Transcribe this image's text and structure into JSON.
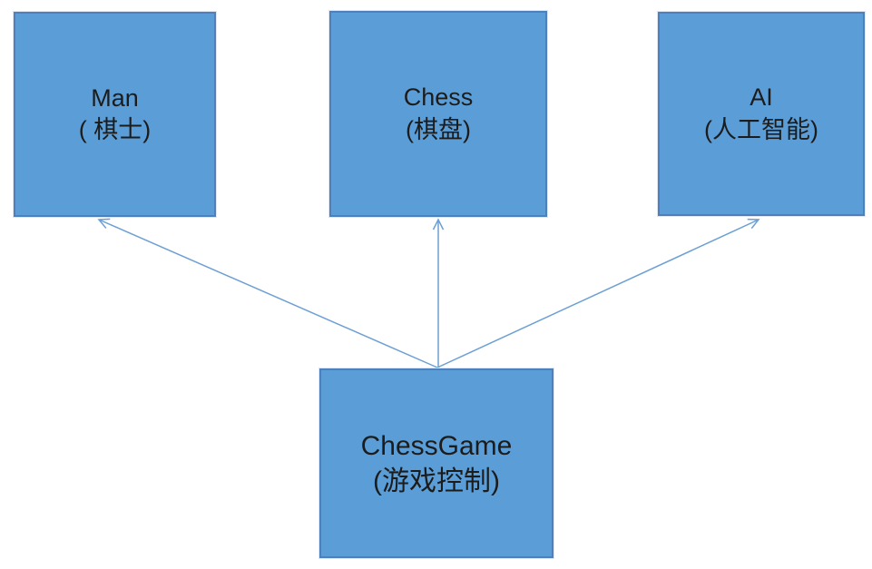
{
  "diagram": {
    "nodes": [
      {
        "id": "man",
        "title": "Man",
        "subtitle": "( 棋士)"
      },
      {
        "id": "chess",
        "title": "Chess",
        "subtitle": "(棋盘)"
      },
      {
        "id": "ai",
        "title": "AI",
        "subtitle": "(人工智能)"
      },
      {
        "id": "chessgame",
        "title": "ChessGame",
        "subtitle": "(游戏控制)"
      }
    ],
    "edges": [
      {
        "from": "chessgame",
        "to": "man"
      },
      {
        "from": "chessgame",
        "to": "chess"
      },
      {
        "from": "chessgame",
        "to": "ai"
      }
    ],
    "colors": {
      "node_fill": "#5b9ed7",
      "node_border": "#4d80bd",
      "arrow": "#6c9fd4",
      "text": "#1c1c1c",
      "background": "#ffffff"
    }
  }
}
